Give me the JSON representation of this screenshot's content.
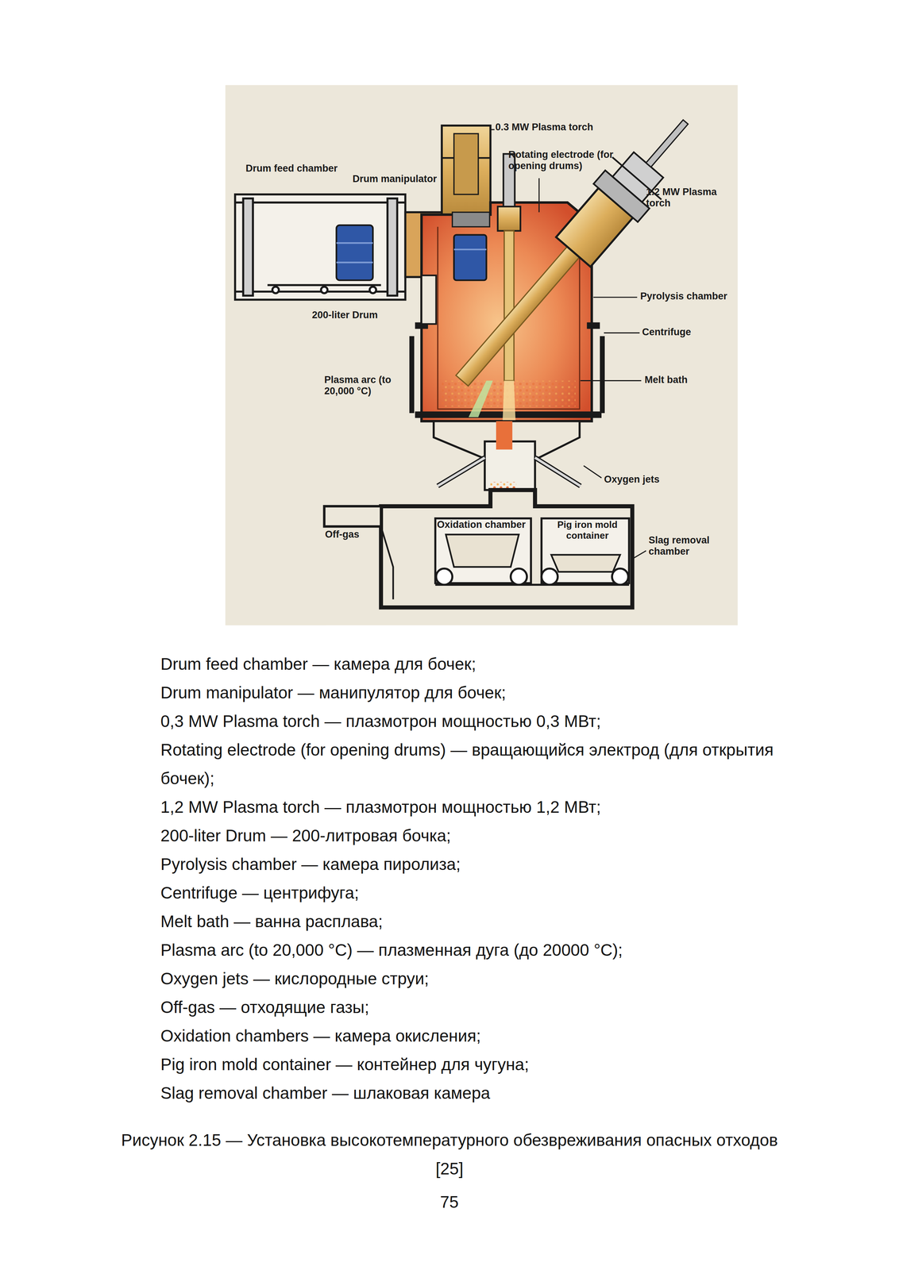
{
  "diagram": {
    "caption": "Рисунок 2.15 — Установка высокотемпературного обезвреживания опасных отходов [25]",
    "labels": [
      "0.3 MW Plasma torch",
      "Rotating electrode (for opening drums)",
      "Drum feed chamber",
      "Drum manipulator",
      "1.2 MW Plasma torch",
      "Pyrolysis chamber",
      "200-liter Drum",
      "Centrifuge",
      "Plasma arc (to 20,000 °C)",
      "Melt bath",
      "Oxygen jets",
      "Oxidation chamber",
      "Pig iron mold container",
      "Off-gas",
      "Slag removal chamber",
      "Drum feed chamber — камера для бочек;",
      "Drum manipulator — манипулятор для бочек;",
      "0,3 MW Plasma torch — плазмотрон мощностью 0,3 МВт;",
      "Rotating electrode (for opening drums) — вращающийся электрод (для открытия бочек);",
      "1,2 MW Plasma torch — плазмотрон мощностью 1,2 МВт;",
      "200-liter Drum — 200-литровая бочка;",
      "Pyrolysis chamber — камера пиролиза;",
      "Centrifuge — центрифуга;",
      "Melt bath — ванна расплава;",
      "Plasma arc (to 20,000 °C) — плазменная дуга (до 20000 °C);",
      "Oxygen jets — кислородные струи;",
      "Off-gas — отходящие газы;",
      "Oxidation chambers — камера окисления;",
      "Pig iron mold container — контейнер для чугуна;",
      "Slag removal chamber — шлаковая камера",
      "75"
    ]
  }
}
